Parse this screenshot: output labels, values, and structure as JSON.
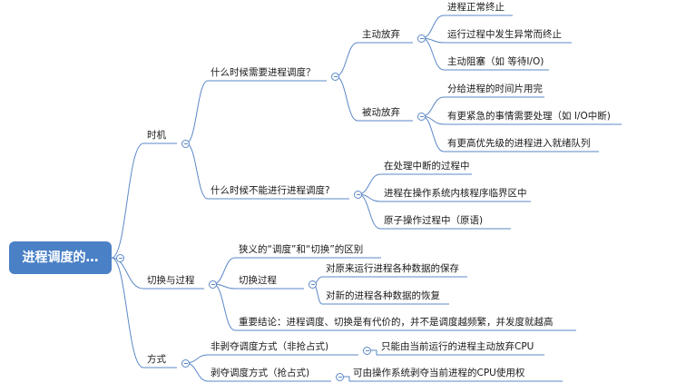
{
  "mindmap": {
    "root": "进程调度的…",
    "timing": {
      "label": "时机",
      "need": {
        "label": "什么时候需要进程调度？",
        "active": {
          "label": "主动放弃",
          "items": [
            "进程正常终止",
            "运行过程中发生异常而终止",
            "主动阻塞（如 等待I/O)"
          ]
        },
        "passive": {
          "label": "被动放弃",
          "items": [
            "分给进程的时间片用完",
            "有更紧急的事情需要处理（如 I/O中断)",
            "有更高优先级的进程进入就绪队列"
          ]
        }
      },
      "cannot": {
        "label": "什么时候不能进行进程调度?",
        "items": [
          "在处理中断的过程中",
          "进程在操作系统内核程序临界区中",
          "原子操作过程中（原语)"
        ]
      }
    },
    "switch": {
      "label": "切换与过程",
      "difference": "狭义的“调度”和“切换”的区别",
      "process": {
        "label": "切换过程",
        "items": [
          "对原来运行进程各种数据的保存",
          "对新的进程各种数据的恢复"
        ]
      },
      "conclusion": "重要结论：进程调度、切换是有代价的，并不是调度越频繁，并发度就越高"
    },
    "mode": {
      "label": "方式",
      "nonpreemptive": {
        "label": "非剥夺调度方式（非抢占式)",
        "desc": "只能由当前运行的进程主动放弃CPU"
      },
      "preemptive": {
        "label": "剥夺调度方式（抢占式)",
        "desc": "可由操作系统剥夺当前进程的CPU使用权"
      }
    }
  }
}
